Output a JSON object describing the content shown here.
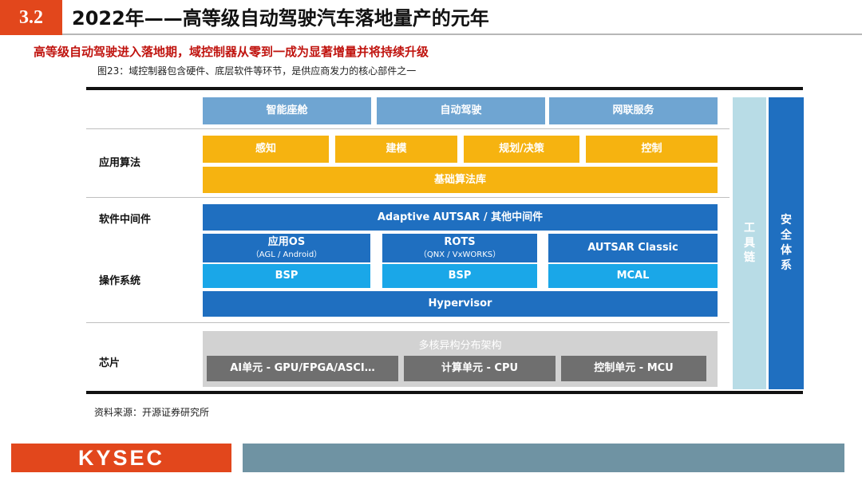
{
  "header": {
    "section_number": "3.2",
    "title": "2022年——高等级自动驾驶汽车落地量产的元年",
    "subtitle": "高等级自动驾驶进入落地期，域控制器从零到一成为显著增量并将持续升级",
    "figure_caption": "图23：域控制器包含硬件、底层软件等环节，是供应商发力的核心部件之一"
  },
  "diagram": {
    "layer_labels": {
      "app_algorithm": "应用算法",
      "middleware": "软件中间件",
      "os": "操作系统",
      "chip": "芯片"
    },
    "applications": [
      "智能座舱",
      "自动驾驶",
      "网联服务"
    ],
    "algorithms": [
      "感知",
      "建模",
      "规划/决策",
      "控制"
    ],
    "algorithm_base": "基础算法库",
    "middleware": "Adaptive AUTSAR / 其他中间件",
    "os": [
      {
        "title": "应用OS",
        "sub": "（AGL / Android）",
        "bsp": "BSP"
      },
      {
        "title": "ROTS",
        "sub": "（QNX / VxWORKS）",
        "bsp": "BSP"
      },
      {
        "title": "AUTSAR Classic",
        "sub": "",
        "bsp": "MCAL"
      }
    ],
    "hypervisor": "Hypervisor",
    "chip_title": "多核异构分布架构",
    "chips": [
      "AI单元 - GPU/FPGA/ASCI…",
      "计算单元 - CPU",
      "控制单元 - MCU"
    ],
    "toolchain": [
      "工",
      "具",
      "链"
    ],
    "safety_system": [
      "安",
      "全",
      "体",
      "系"
    ]
  },
  "source": "资料来源：开源证券研究所",
  "footer": {
    "logo_text": "KYSEC"
  },
  "colors": {
    "accent_orange": "#e2471c",
    "subtitle_red": "#c0140f",
    "light_blue": "#6fa5d2",
    "yellow": "#f6b310",
    "blue": "#1f6fc0",
    "cyan": "#1aa7e8",
    "pale_teal": "#b8dce6",
    "chip_gray": "#6f6f6f",
    "footer_bar": "#6f93a3"
  }
}
